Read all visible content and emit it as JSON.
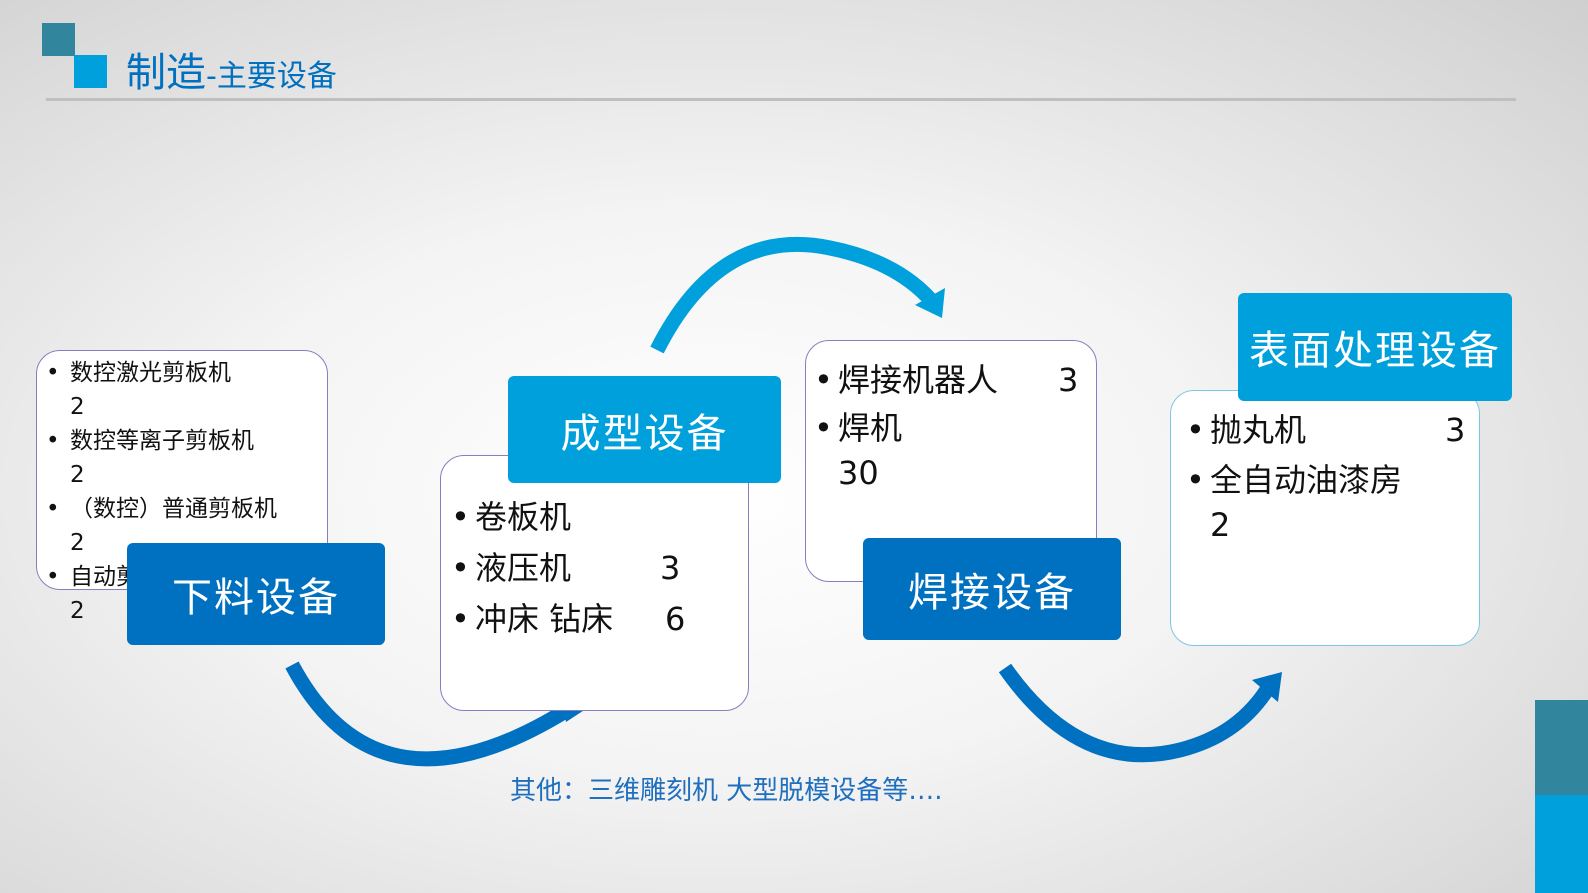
{
  "header": {
    "title_main": "制造",
    "title_sub": "-主要设备"
  },
  "groups": [
    {
      "label": "下料设备",
      "items": [
        {
          "name": "数控激光剪板机",
          "qty": "2"
        },
        {
          "name": "数控等离子剪板机",
          "qty": "2"
        },
        {
          "name": "（数控）普通剪板机",
          "qty": "2"
        },
        {
          "name": "自动剪",
          "qty": "2"
        }
      ]
    },
    {
      "label": "成型设备",
      "items": [
        {
          "name": "卷板机",
          "qty": ""
        },
        {
          "name": "液压机",
          "qty": "3"
        },
        {
          "name": "冲床 钻床",
          "qty": "6"
        }
      ]
    },
    {
      "label": "焊接设备",
      "items": [
        {
          "name": "焊接机器人",
          "qty": "3"
        },
        {
          "name": "焊机",
          "qty": "30"
        }
      ]
    },
    {
      "label": "表面处理设备",
      "items": [
        {
          "name": "抛丸机",
          "qty": "3"
        },
        {
          "name": "全自动油漆房",
          "qty": "2"
        }
      ]
    }
  ],
  "footer": "其他：三维雕刻机  大型脱模设备等….",
  "colors": {
    "dark_blue": "#0070c0",
    "light_blue": "#00a0dc",
    "teal": "#31859c"
  }
}
